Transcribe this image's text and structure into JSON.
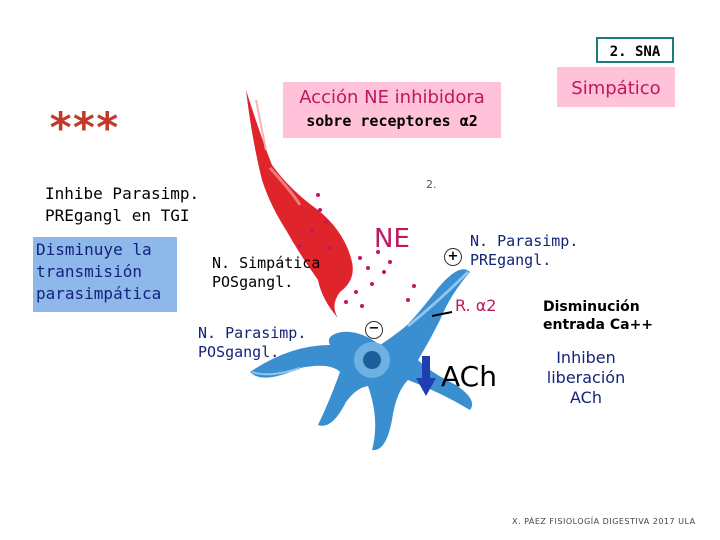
{
  "header": {
    "section_tag": "2. SNA",
    "sympathetic_box": "Simpático"
  },
  "action_box": {
    "line1": "Acción NE inhibidora",
    "line2": "sobre receptores α2"
  },
  "stars": "***",
  "left": {
    "inhibe_line1": "Inhibe Parasimp.",
    "inhibe_line2": "PREgangl en TGI",
    "box_line1": "Disminuye la",
    "box_line2": "transmisión",
    "box_line3": "parasimpática"
  },
  "diagram": {
    "label_simp_1": "N. Simpática",
    "label_simp_2": "POSgangl.",
    "label_para_pos_1": "N. Parasimp.",
    "label_para_pos_2": "POSgangl.",
    "label_para_pre_1": "N. Parasimp.",
    "label_para_pre_2": "PREgangl.",
    "ne": "NE",
    "receptor": "R. α2",
    "ach": "ACh",
    "minus_sign": "−",
    "plus_sign": "+",
    "figure_number": "2."
  },
  "right": {
    "dismin_1": "Disminución",
    "dismin_2": "entrada Ca++",
    "inhiben_1": "Inhiben",
    "inhiben_2": "liberación",
    "inhiben_3": "ACh"
  },
  "footer": "X. PÁEZ FISIOLOGÍA DIGESTIVA 2017 ULA",
  "colors": {
    "red_neuron": "#e0242c",
    "blue_neuron": "#3a8fd0",
    "pink_box": "#ffc2d9",
    "blue_box": "#8fb8ea",
    "arrow_blue": "#1f3fb0"
  }
}
